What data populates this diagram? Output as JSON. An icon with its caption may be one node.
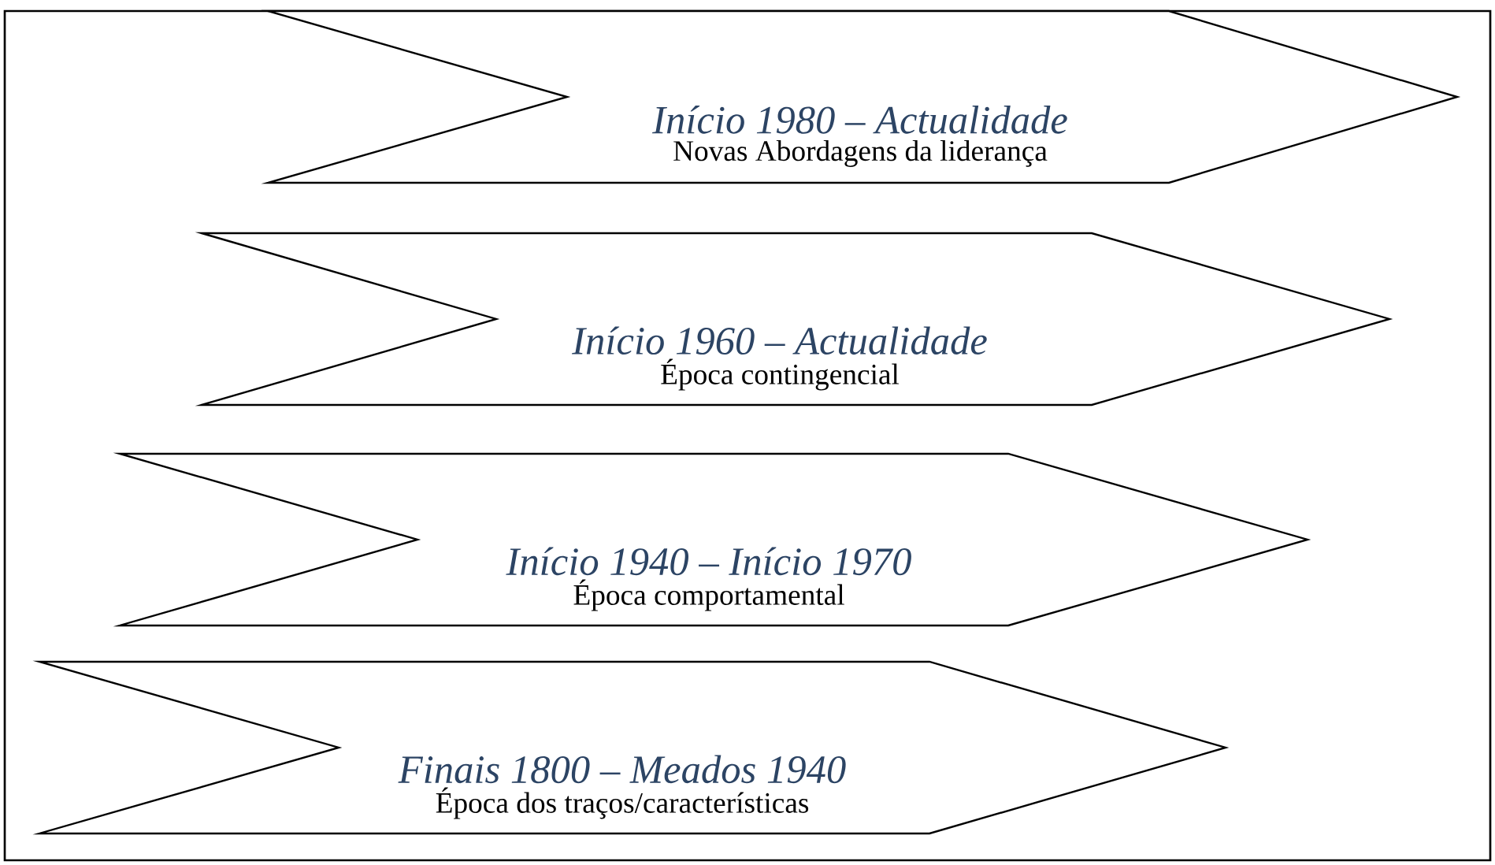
{
  "diagram": {
    "nodes": [
      {
        "text": [
          "Início 1980 – Actualidade",
          "Novas Abordagens da liderança"
        ]
      },
      {
        "text": [
          "Início 1960 – Actualidade",
          "Época contingencial"
        ]
      },
      {
        "text": [
          "Início 1940 – Início 1970",
          "Época comportamental"
        ]
      },
      {
        "text": [
          "Finais 1800 – Meados 1940",
          "Época dos traços/características"
        ]
      }
    ]
  }
}
